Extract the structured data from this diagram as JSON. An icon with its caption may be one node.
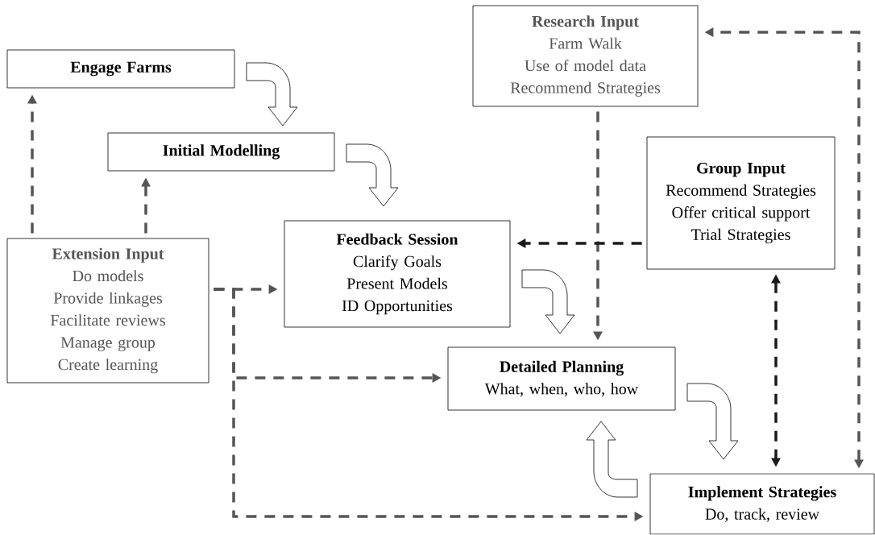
{
  "diagram": {
    "nodes": [
      {
        "text": [
          "Engage Farms"
        ]
      },
      {
        "text": [
          "Initial Modelling"
        ]
      },
      {
        "text": [
          "Research Input",
          "Farm Walk",
          "Use of model data",
          "Recommend Strategies"
        ]
      },
      {
        "text": [
          "Group Input",
          "Recommend Strategies",
          "Offer critical support",
          "Trial Strategies"
        ]
      },
      {
        "text": [
          "Extension Input",
          "Do models",
          "Provide linkages",
          "Facilitate reviews",
          "Manage group",
          "Create learning"
        ]
      },
      {
        "text": [
          "Feedback Session",
          "Clarify Goals",
          "Present Models",
          "ID Opportunities"
        ]
      },
      {
        "text": [
          "Detailed Planning",
          "What, when, who, how"
        ]
      },
      {
        "text": [
          "Implement Strategies",
          "Do, track, review"
        ]
      }
    ],
    "edges": [
      {
        "from": 0,
        "to": 1,
        "arrow": "to",
        "color": "#000000"
      },
      {
        "from": 1,
        "to": 5,
        "arrow": "to",
        "color": "#000000"
      },
      {
        "from": 5,
        "to": 6,
        "arrow": "to",
        "color": "#000000"
      },
      {
        "from": 6,
        "to": 7,
        "arrow": "to",
        "color": "#000000"
      },
      {
        "from": 7,
        "to": 6,
        "arrow": "to",
        "color": "#000000"
      },
      {
        "from": 4,
        "to": 0,
        "arrow": "to",
        "style": "dashed"
      },
      {
        "from": 4,
        "to": 1,
        "arrow": "to",
        "style": "dashed"
      },
      {
        "from": 4,
        "to": 5,
        "arrow": "to",
        "style": "dashed"
      },
      {
        "from": 4,
        "to": 6,
        "arrow": "to",
        "style": "dashed"
      },
      {
        "from": 4,
        "to": 7,
        "arrow": "to",
        "style": "dashed"
      },
      {
        "from": 2,
        "to": 6,
        "arrow": "to",
        "style": "dashed"
      },
      {
        "from": 3,
        "to": 5,
        "arrow": "to",
        "style": "dashed",
        "color": "#1a1a1a"
      },
      {
        "from": 3,
        "to": 7,
        "arrow": "both",
        "style": "dashed",
        "color": "#1a1a1a"
      },
      {
        "from": 7,
        "to": 2,
        "arrow": "both",
        "style": "dashed"
      }
    ]
  }
}
